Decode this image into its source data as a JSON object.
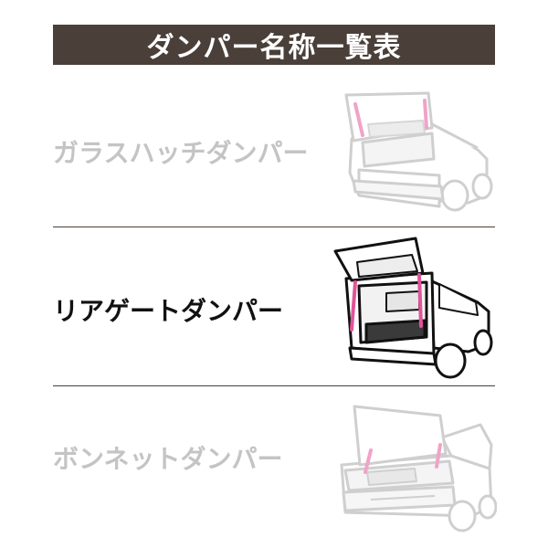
{
  "header": {
    "title": "ダンパー名称一覧表"
  },
  "rows": [
    {
      "label": "ガラスハッチダンパー",
      "state": "inactive",
      "icon": "rear-glass-hatch-car-icon"
    },
    {
      "label": "リアゲートダンパー",
      "state": "active",
      "icon": "rear-gate-car-icon"
    },
    {
      "label": "ボンネットダンパー",
      "state": "inactive",
      "icon": "bonnet-car-icon"
    }
  ],
  "colors": {
    "header_bg": "#4a3f39",
    "active_text": "#111111",
    "inactive_text": "#c4c4c4",
    "damper": "#e0559a"
  }
}
